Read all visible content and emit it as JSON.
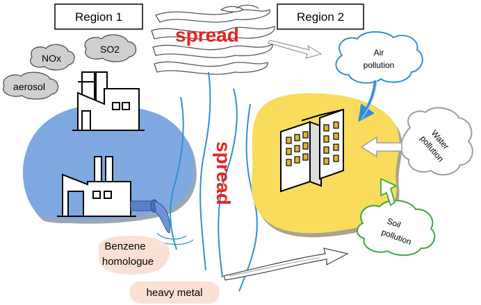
{
  "regions": {
    "region1": "Region 1",
    "region2": "Region 2"
  },
  "spread_labels": {
    "horizontal": "spread",
    "vertical": "spread"
  },
  "gases": {
    "nox": "NOx",
    "so2": "SO2",
    "aerosol": "aerosol"
  },
  "pollution_types": {
    "air": [
      "Air",
      "pollution"
    ],
    "water": [
      "Water",
      "pollution"
    ],
    "soil": [
      "Soil",
      "pollution"
    ]
  },
  "pollutants": {
    "benzene": [
      "Benzene",
      "homologue"
    ],
    "heavy_metal": "heavy metal"
  },
  "colors": {
    "lake_blue": "#7fa8e0",
    "land_yellow": "#f9dc5c",
    "river_blue": "#2e8fd6",
    "spread_red": "#e8231f",
    "air_outline": "#2f8fd8",
    "water_outline": "#9c9c9c",
    "soil_outline": "#39a83a",
    "pill_pink": "#fbe1d4"
  }
}
